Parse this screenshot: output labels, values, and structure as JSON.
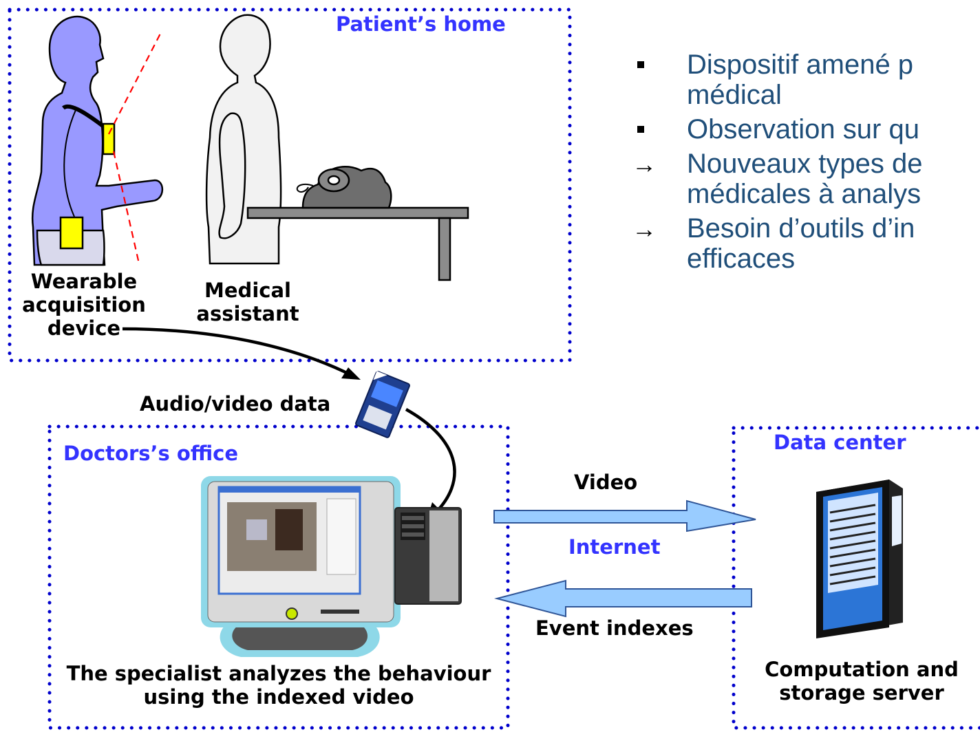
{
  "patient_home": {
    "title": "Patient’s home",
    "device_label": [
      "Wearable",
      "acquisition",
      "device"
    ],
    "assistant_label": [
      "Medical",
      "assistant"
    ]
  },
  "bullets": [
    {
      "marker": "square",
      "lines": [
        "Dispositif amené p",
        "médical"
      ]
    },
    {
      "marker": "square",
      "lines": [
        "Observation sur qu"
      ]
    },
    {
      "marker": "arrow",
      "lines": [
        "Nouveaux types de",
        "médicales à analys"
      ]
    },
    {
      "marker": "arrow",
      "lines": [
        "Besoin d’outils d’in",
        "efficaces"
      ]
    }
  ],
  "transfer": {
    "audio_video": "Audio/video data"
  },
  "doctors_office": {
    "title": "Doctors’s office",
    "caption": [
      "The specialist analyzes the behaviour",
      "using the indexed video"
    ]
  },
  "network": {
    "video": "Video",
    "internet": "Internet",
    "event_indexes": "Event indexes"
  },
  "data_center": {
    "title": "Data center",
    "server_label": [
      "Computation and",
      "storage server"
    ]
  },
  "colors": {
    "box_border": "#0000cc",
    "title_blue": "#3333ff",
    "bullet_text": "#1f4e79",
    "person_patient": "#9999ff",
    "device_yellow": "#ffff00",
    "arrow_fill": "#99ccff",
    "screen_frame": "#8ed8e8"
  }
}
